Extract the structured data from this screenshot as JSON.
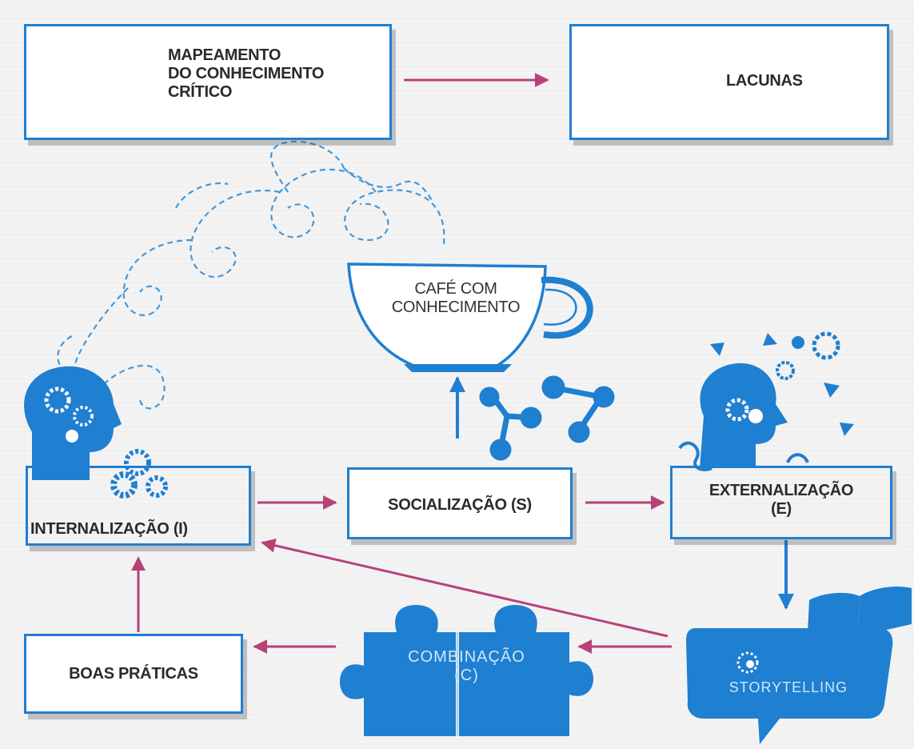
{
  "nodes": {
    "mapeamento": {
      "lines": [
        "MAPEAMENTO",
        "DO CONHECIMENTO",
        "CRÍTICO"
      ]
    },
    "lacunas": {
      "label": "LACUNAS"
    },
    "cafe": {
      "lines": [
        "CAFÉ COM",
        "CONHECIMENTO"
      ]
    },
    "internalizacao": {
      "label": "INTERNALIZAÇÃO (I)"
    },
    "socializacao": {
      "label": "SOCIALIZAÇÃO (S)"
    },
    "externalizacao": {
      "lines": [
        "EXTERNALIZAÇÃO",
        "(E)"
      ]
    },
    "boas_praticas": {
      "label": "BOAS PRÁTICAS"
    },
    "combinacao": {
      "lines": [
        "COMBINAÇÃO",
        "(C)"
      ]
    },
    "storytelling": {
      "label": "STORYTELLING"
    }
  },
  "colors": {
    "blue": "#1f7fd0",
    "arrow": "#b8417a",
    "text": "#2a2a2a"
  },
  "icons": [
    "surveyor-icon",
    "dots-grid-icon",
    "coffee-cup-icon",
    "head-gears-icon",
    "network-molecule-icon",
    "puzzle-icon",
    "speech-book-icon"
  ]
}
